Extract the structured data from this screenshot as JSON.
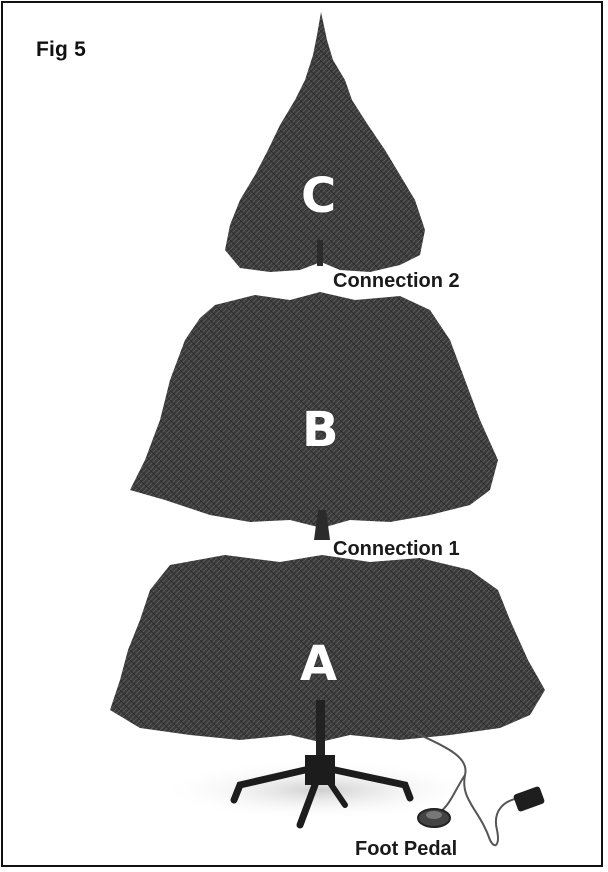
{
  "figure": {
    "label": "Fig 5"
  },
  "sections": [
    {
      "letter": "C"
    },
    {
      "letter": "B"
    },
    {
      "letter": "A"
    }
  ],
  "callouts": {
    "connection_2": "Connection 2",
    "connection_1": "Connection 1",
    "foot_pedal": "Foot Pedal"
  },
  "colors": {
    "foliage": "#3a3a3a",
    "foliage_light": "#5a5a5a",
    "stand": "#1c1c1c",
    "frame": "#111111"
  }
}
